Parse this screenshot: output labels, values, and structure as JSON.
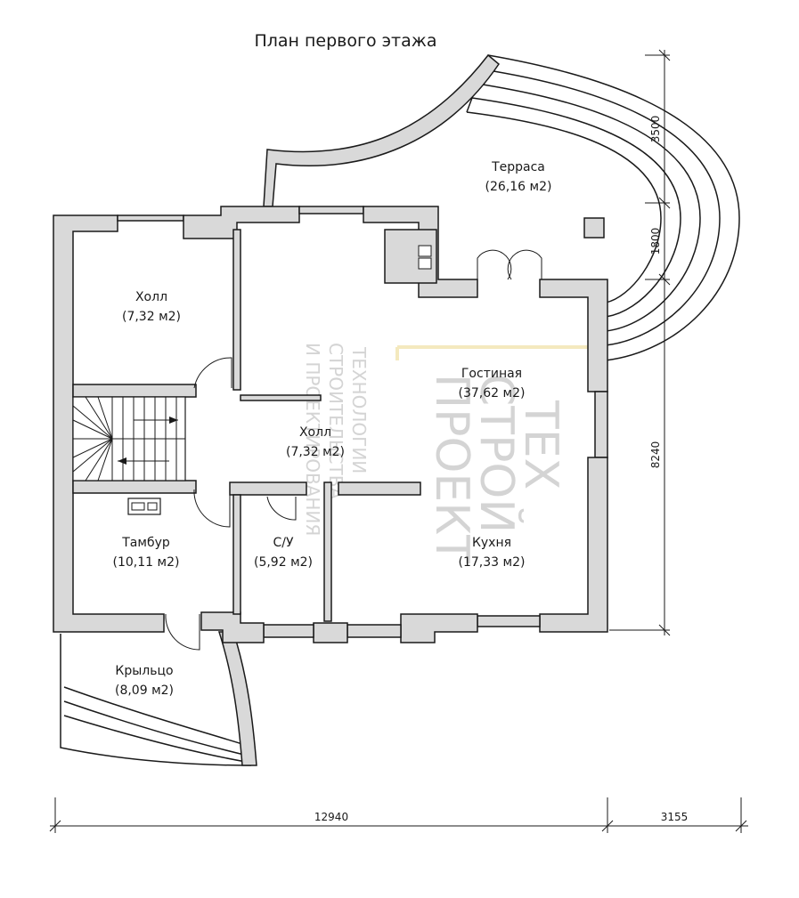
{
  "title": "План первого этажа",
  "rooms": [
    {
      "name": "Терраса",
      "area": "(26,16 м2)"
    },
    {
      "name": "Холл",
      "area": "(7,32 м2)"
    },
    {
      "name": "Гостиная",
      "area": "(37,62 м2)"
    },
    {
      "name": "Холл",
      "area": "(7,32 м2)"
    },
    {
      "name": "Тамбур",
      "area": "(10,11 м2)"
    },
    {
      "name": "С/У",
      "area": "(5,92 м2)"
    },
    {
      "name": "Кухня",
      "area": "(17,33 м2)"
    },
    {
      "name": "Крыльцо",
      "area": "(8,09 м2)"
    }
  ],
  "dimensions": {
    "right": [
      "3500",
      "1800",
      "8240"
    ],
    "bottom": [
      "12940",
      "3155"
    ]
  },
  "watermark": {
    "logo_lines": [
      "ТЕХ",
      "СТРОЙ",
      "ПРОЕКТ"
    ],
    "tagline_lines": [
      "ТЕХНОЛОГИИ",
      "СТРОИТЕЛЬСТВА",
      "И ПРОЕКТИРОВАНИЯ"
    ]
  }
}
